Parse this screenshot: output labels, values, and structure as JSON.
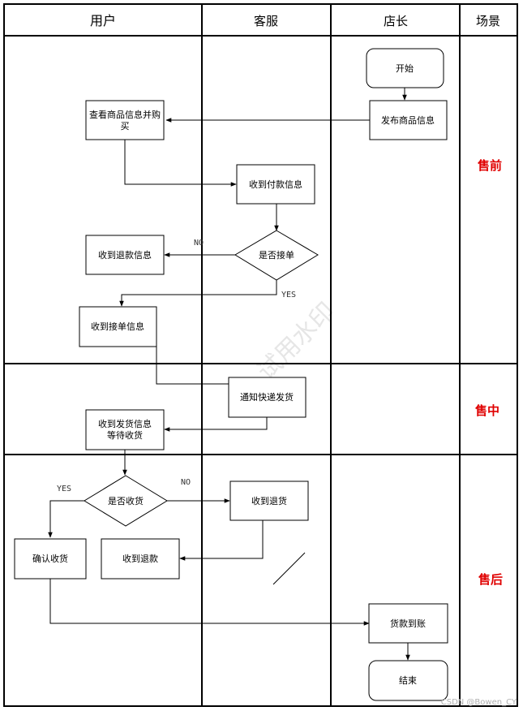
{
  "lanes": {
    "user": "用户",
    "service": "客服",
    "manager": "店长",
    "scene": "场景"
  },
  "phases": {
    "pre": "售前",
    "mid": "售中",
    "post": "售后"
  },
  "nodes": {
    "start": "开始",
    "publish": "发布商品信息",
    "view_line1": "查看商品信息并购",
    "view_line2": "买",
    "payment": "收到付款信息",
    "accept_q": "是否接单",
    "refund_info": "收到退款信息",
    "order_info": "收到接单信息",
    "notify_ship": "通知快递发货",
    "ship_line1": "收到发货信息",
    "ship_line2": "等待收货",
    "receive_q": "是否收货",
    "return_goods": "收到退货",
    "confirm": "确认收货",
    "refund": "收到退款",
    "payment_received": "货款到账",
    "end": "结束"
  },
  "edge_labels": {
    "no1": "NO",
    "yes1": "YES",
    "yes2": "YES",
    "no2": "NO"
  },
  "watermark": "试用水印",
  "credit": "CSDN @Bowen_CY",
  "colors": {
    "scene_label": "#e00000",
    "line": "#000000"
  }
}
